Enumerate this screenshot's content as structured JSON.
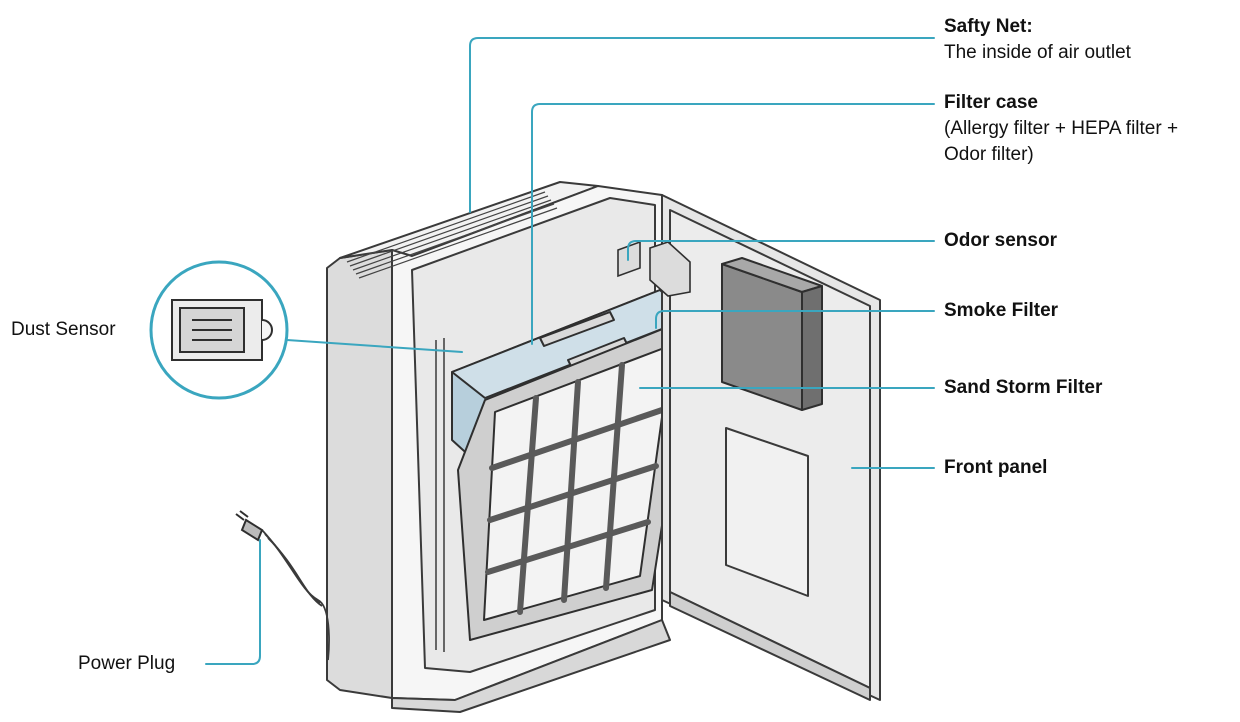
{
  "labels": {
    "safety_net": {
      "title": "Safty Net:",
      "sub": [
        "The inside of air outlet"
      ]
    },
    "filter_case": {
      "title": "Filter case",
      "sub": [
        "(Allergy filter + HEPA filter +",
        "Odor filter)"
      ]
    },
    "odor_sensor": {
      "title": "Odor sensor"
    },
    "smoke_filter": {
      "title": "Smoke Filter"
    },
    "sand_storm_filter": {
      "title": "Sand Storm Filter"
    },
    "front_panel": {
      "title": "Front panel"
    },
    "dust_sensor": {
      "title": "Dust Sensor"
    },
    "power_plug": {
      "title": "Power Plug"
    }
  },
  "colors": {
    "leader": "#3aa6bf",
    "outline": "#3a3a3a",
    "body": "#eeeeee",
    "panel": "#e6e6e6",
    "filter_blue": "#b7cfdc",
    "sensor_box": "#8a8a8a"
  }
}
